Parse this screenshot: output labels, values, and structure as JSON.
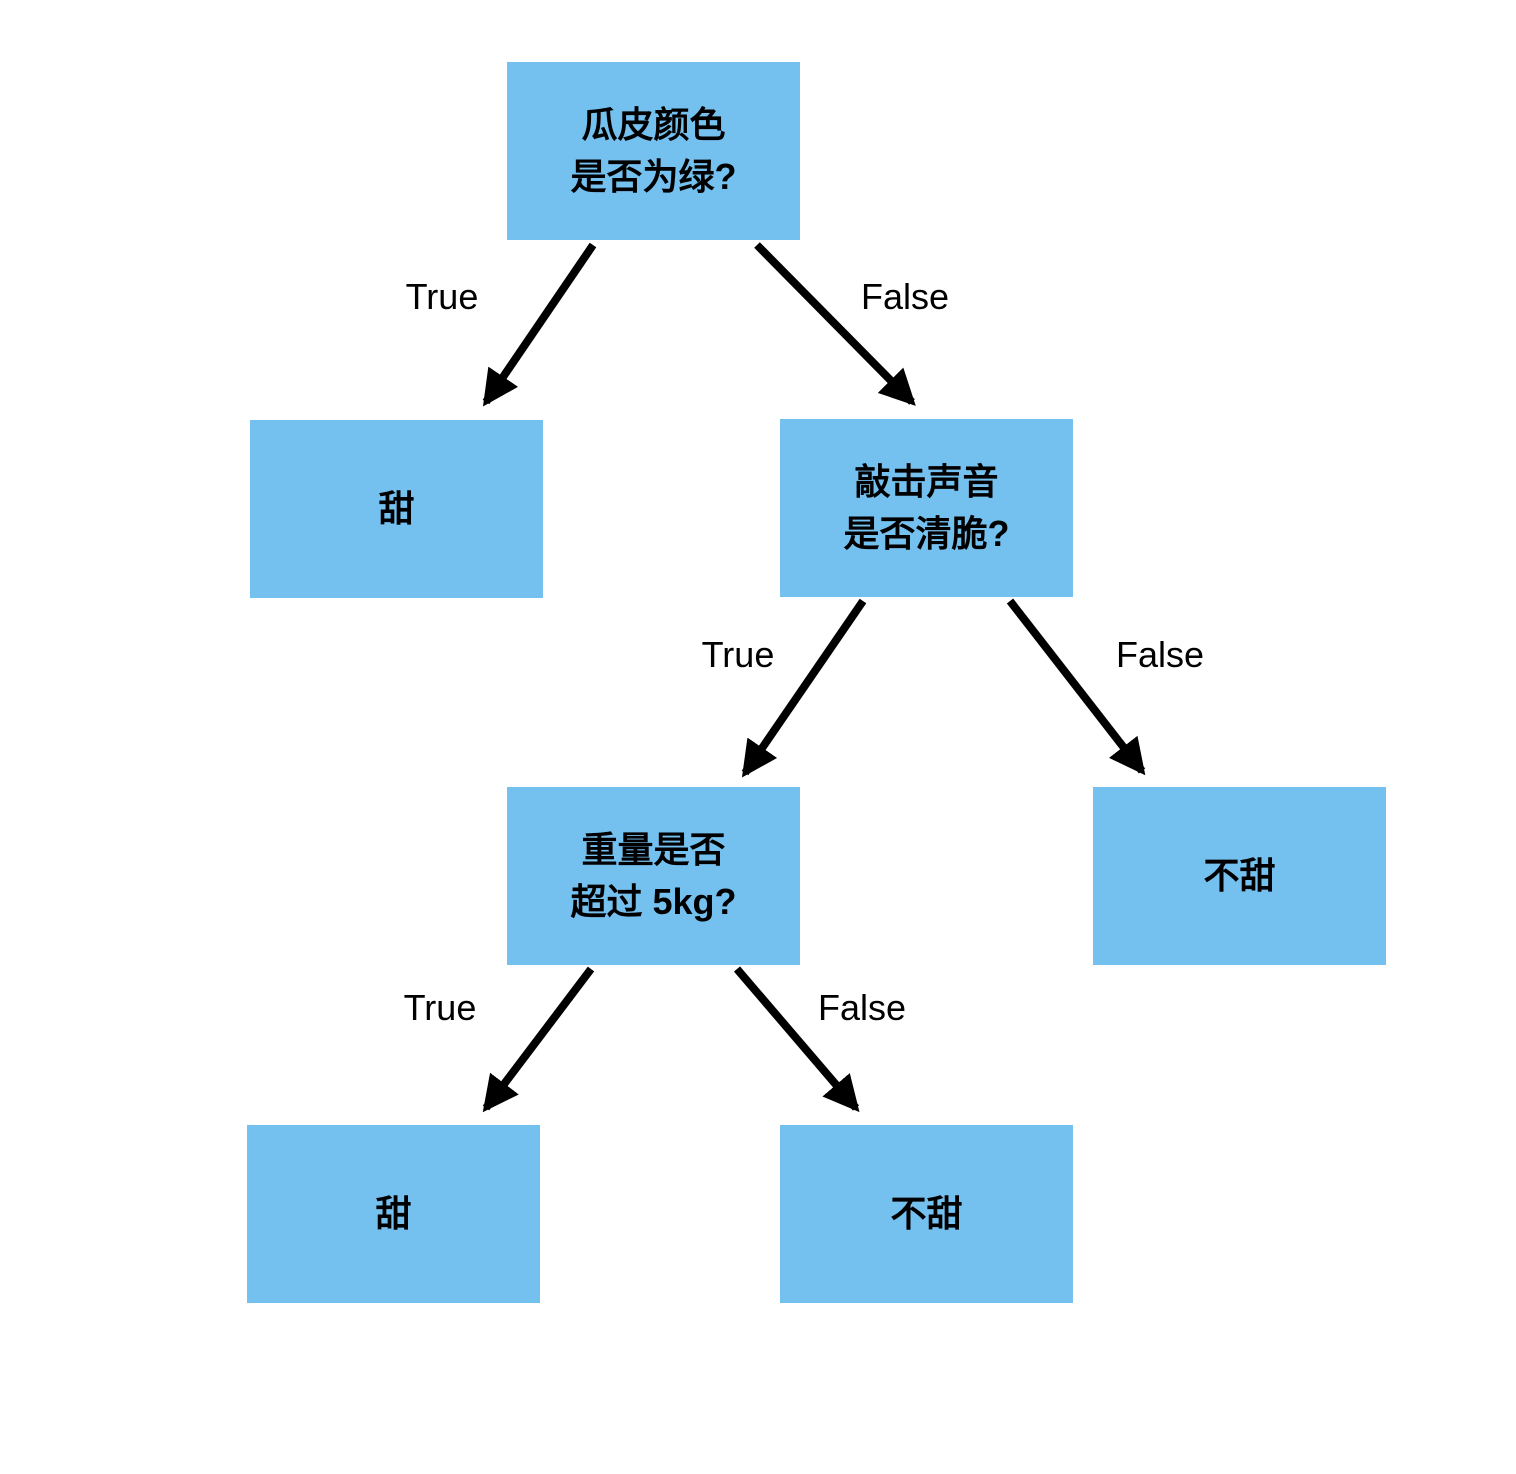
{
  "diagram": {
    "type": "decision-tree",
    "colors": {
      "node_fill": "#74c0ef",
      "arrow": "#000000",
      "text": "#000000",
      "background": "#ffffff"
    },
    "nodes": [
      {
        "id": "root",
        "type": "decision",
        "label": "瓜皮颜色\n是否为绿?"
      },
      {
        "id": "sweet1",
        "type": "leaf",
        "label": "甜"
      },
      {
        "id": "knock",
        "type": "decision",
        "label": "敲击声音\n是否清脆?"
      },
      {
        "id": "weight",
        "type": "decision",
        "label": "重量是否\n超过 5kg?"
      },
      {
        "id": "notsweet1",
        "type": "leaf",
        "label": "不甜"
      },
      {
        "id": "sweet2",
        "type": "leaf",
        "label": "甜"
      },
      {
        "id": "notsweet2",
        "type": "leaf",
        "label": "不甜"
      }
    ],
    "edges": [
      {
        "from": "root",
        "to": "sweet1",
        "label": "True"
      },
      {
        "from": "root",
        "to": "knock",
        "label": "False"
      },
      {
        "from": "knock",
        "to": "weight",
        "label": "True"
      },
      {
        "from": "knock",
        "to": "notsweet1",
        "label": "False"
      },
      {
        "from": "weight",
        "to": "sweet2",
        "label": "True"
      },
      {
        "from": "weight",
        "to": "notsweet2",
        "label": "False"
      }
    ]
  }
}
